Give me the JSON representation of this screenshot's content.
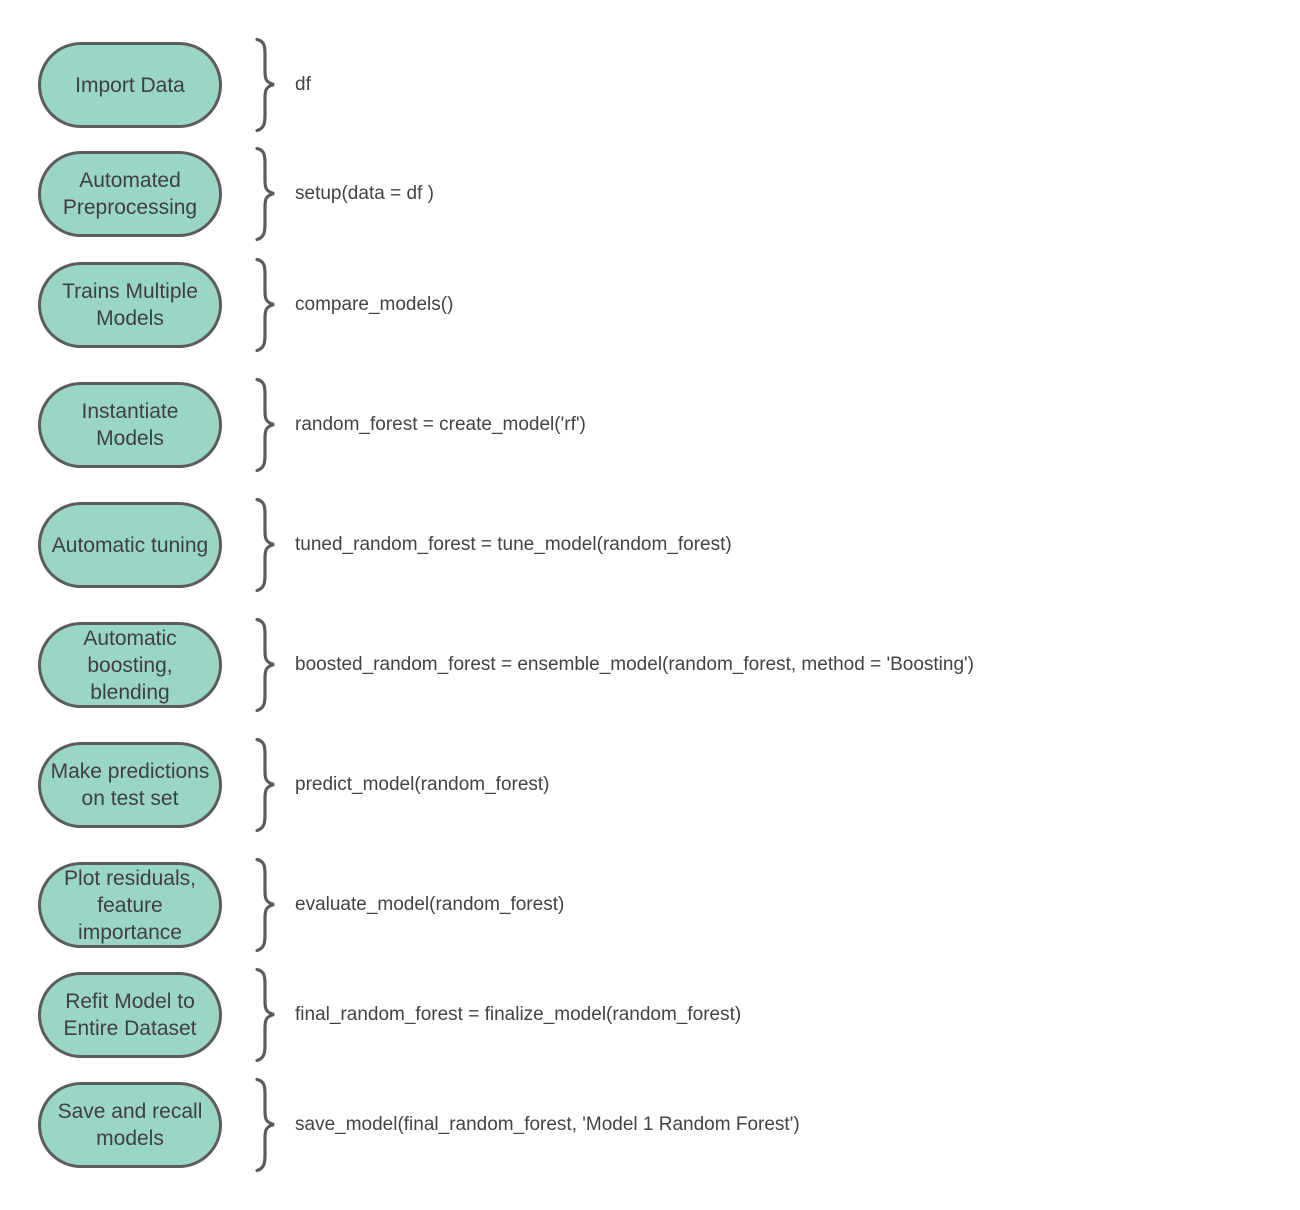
{
  "diagram": {
    "colors": {
      "shape_fill": "#9ad6c7",
      "shape_border": "#5c5c5c",
      "brace_stroke": "#5c5c5c",
      "label_text": "#3f3f3f",
      "code_text": "#434343",
      "background": "#ffffff"
    },
    "rows": [
      {
        "label": "Import Data",
        "code": "df"
      },
      {
        "label": "Automated\nPreprocessing",
        "code": "setup(data = df )"
      },
      {
        "label": "Trains Multiple\nModels",
        "code": "compare_models()"
      },
      {
        "label": "Instantiate\nModels",
        "code": "random_forest = create_model('rf')"
      },
      {
        "label": "Automatic tuning",
        "code": "tuned_random_forest = tune_model(random_forest)"
      },
      {
        "label": "Automatic\nboosting,\nblending",
        "code": "boosted_random_forest = ensemble_model(random_forest, method = 'Boosting')"
      },
      {
        "label": "Make predictions\non test set",
        "code": "predict_model(random_forest)"
      },
      {
        "label": "Plot residuals,\nfeature\nimportance",
        "code": "evaluate_model(random_forest)"
      },
      {
        "label": "Refit Model to\nEntire Dataset",
        "code": "final_random_forest = finalize_model(random_forest)"
      },
      {
        "label": "Save and recall\nmodels",
        "code": "save_model(final_random_forest, 'Model 1 Random Forest')"
      }
    ]
  }
}
